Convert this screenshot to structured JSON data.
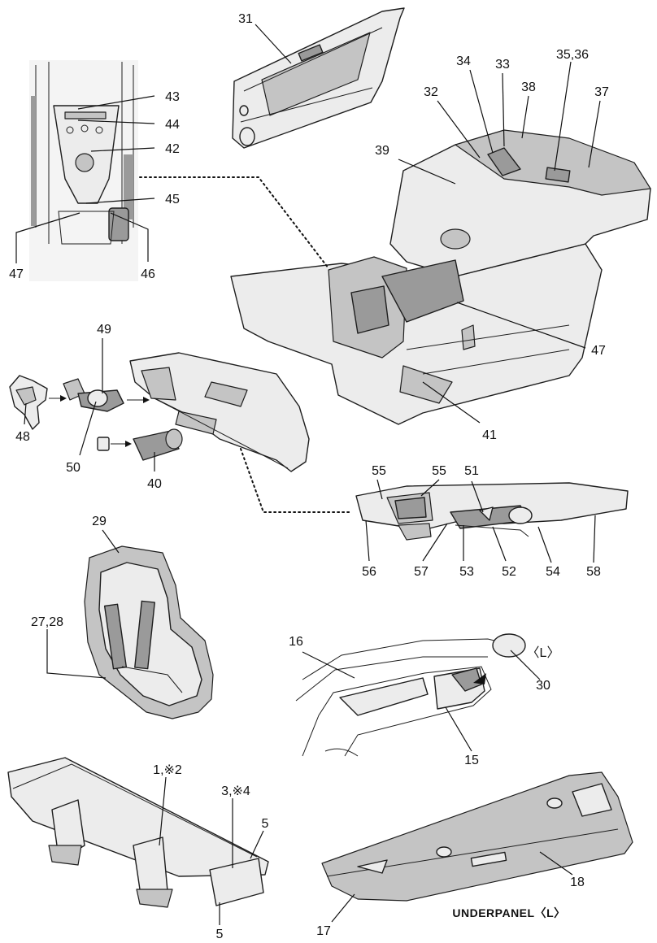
{
  "callouts": {
    "c31": "31",
    "c34": "34",
    "c33": "33",
    "c3536": "35,36",
    "c38": "38",
    "c32": "32",
    "c37": "37",
    "c39": "39",
    "c43": "43",
    "c44": "44",
    "c42": "42",
    "c45": "45",
    "c47a": "47",
    "c46": "46",
    "c47b": "47",
    "c49": "49",
    "c48": "48",
    "c50": "50",
    "c40": "40",
    "c41": "41",
    "c55a": "55",
    "c55b": "55",
    "c51": "51",
    "c56": "56",
    "c57": "57",
    "c53": "53",
    "c52": "52",
    "c54": "54",
    "c58": "58",
    "c29": "29",
    "c2728": "27,28",
    "c16": "16",
    "c30": "30",
    "c15": "15",
    "c1": "1,※2",
    "c3": "3,※4",
    "c5a": "5",
    "c5b": "5",
    "c18": "18",
    "c17": "17"
  },
  "side_marks": {
    "left_mark_30": "〈L〉"
  },
  "captions": {
    "underpanel": "UNDERPANEL〈L〉"
  },
  "icons": [
    "door-panel-drawing",
    "interior-tub-drawing",
    "console-drawing",
    "steering-column-drawing",
    "dashboard-drawing",
    "dash-panel-drawing",
    "bucket-seat-drawing",
    "quarter-window-drawing",
    "rear-wing-drawing",
    "underpanel-drawing"
  ]
}
